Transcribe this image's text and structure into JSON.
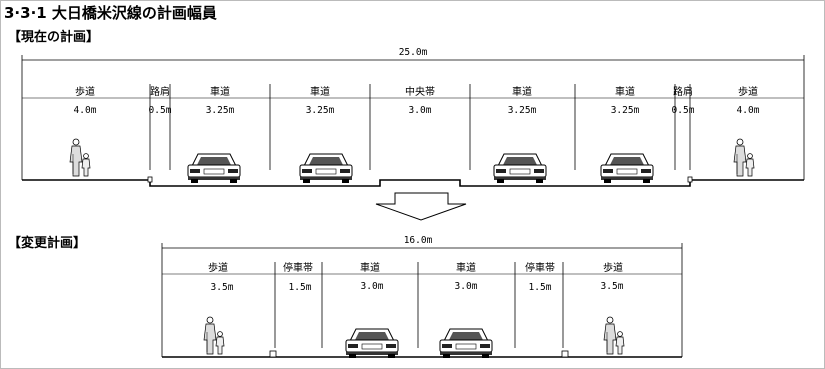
{
  "title": "3·3·1 大日橋米沢線の計画幅員",
  "current": {
    "heading": "【現在の計画】",
    "total": "25.0m",
    "sections": [
      {
        "name": "歩道",
        "width": "4.0m"
      },
      {
        "name": "路肩",
        "width": "0.5m"
      },
      {
        "name": "車道",
        "width": "3.25m"
      },
      {
        "name": "車道",
        "width": "3.25m"
      },
      {
        "name": "中央帯",
        "width": "3.0m"
      },
      {
        "name": "車道",
        "width": "3.25m"
      },
      {
        "name": "車道",
        "width": "3.25m"
      },
      {
        "name": "路肩",
        "width": "0.5m"
      },
      {
        "name": "歩道",
        "width": "4.0m"
      }
    ]
  },
  "changed": {
    "heading": "【変更計画】",
    "total": "16.0m",
    "sections": [
      {
        "name": "歩道",
        "width": "3.5m"
      },
      {
        "name": "停車帯",
        "width": "1.5m"
      },
      {
        "name": "車道",
        "width": "3.0m"
      },
      {
        "name": "車道",
        "width": "3.0m"
      },
      {
        "name": "停車帯",
        "width": "1.5m"
      },
      {
        "name": "歩道",
        "width": "3.5m"
      }
    ]
  }
}
